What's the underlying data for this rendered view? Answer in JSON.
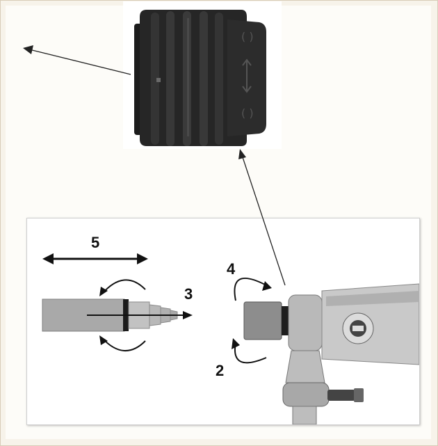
{
  "labels": {
    "l5": "5",
    "l3": "3",
    "l4": "4",
    "l2": "2"
  },
  "colors": {
    "frame_border": "#d8ccb8",
    "part_dark": "#232323",
    "metal_grey": "#a9a9a9",
    "arrow": "#111111"
  },
  "icons": {
    "top": "chuck-cap",
    "left": "extension-rod",
    "right": "rotary-hammer-drill"
  }
}
